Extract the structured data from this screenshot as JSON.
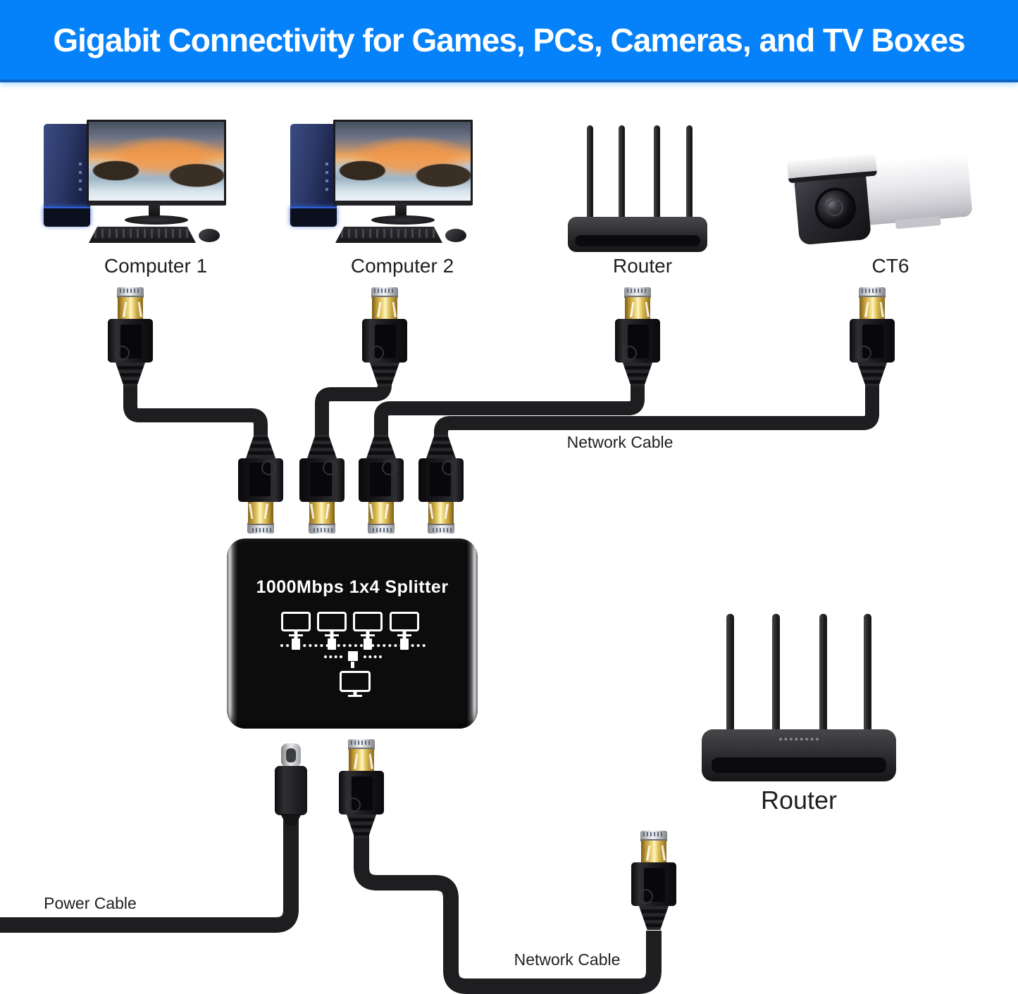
{
  "header": {
    "title": "Gigabit Connectivity for Games, PCs, Cameras, and TV Boxes"
  },
  "devices": {
    "computer1": {
      "label": "Computer 1",
      "icon": "desktop-pc"
    },
    "computer2": {
      "label": "Computer 2",
      "icon": "desktop-pc"
    },
    "router_top": {
      "label": "Router",
      "icon": "wifi-router"
    },
    "camera": {
      "label": "CT6",
      "icon": "security-camera"
    },
    "router_bottom": {
      "label": "Router",
      "icon": "wifi-router"
    }
  },
  "splitter": {
    "title": "1000Mbps 1x4 Splitter",
    "diagram": {
      "client_monitor_icons": 4,
      "source_monitor_icons": 1
    }
  },
  "cables": {
    "network_top_label": "Network Cable",
    "power_label": "Power Cable",
    "network_bottom_label": "Network Cable"
  },
  "colors": {
    "banner_blue": "#0582fa",
    "cable_black": "#1e1e20",
    "connector_gold": "#e9cf6e",
    "splitter_black": "#0c0c0d",
    "label_text": "#1f1f1f"
  }
}
